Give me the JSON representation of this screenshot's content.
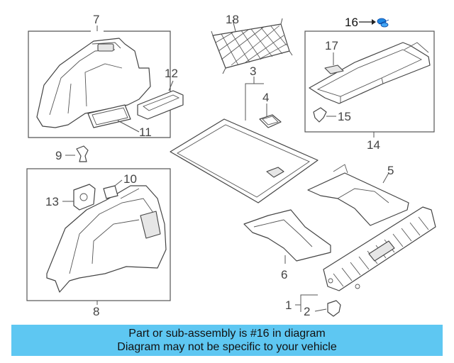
{
  "callouts": {
    "c1": "1",
    "c2": "2",
    "c3": "3",
    "c4": "4",
    "c5": "5",
    "c6": "6",
    "c7": "7",
    "c8": "8",
    "c9": "9",
    "c10": "10",
    "c11": "11",
    "c12": "12",
    "c13": "13",
    "c14": "14",
    "c15": "15",
    "c16": "16",
    "c17": "17",
    "c18": "18"
  },
  "banner": {
    "line1": "Part or sub-assembly is #16 in diagram",
    "line2": "Diagram may not be specific to your vehicle",
    "color": "#5ec7f2"
  },
  "highlight": {
    "part": "16",
    "color": "#1e88e5"
  }
}
